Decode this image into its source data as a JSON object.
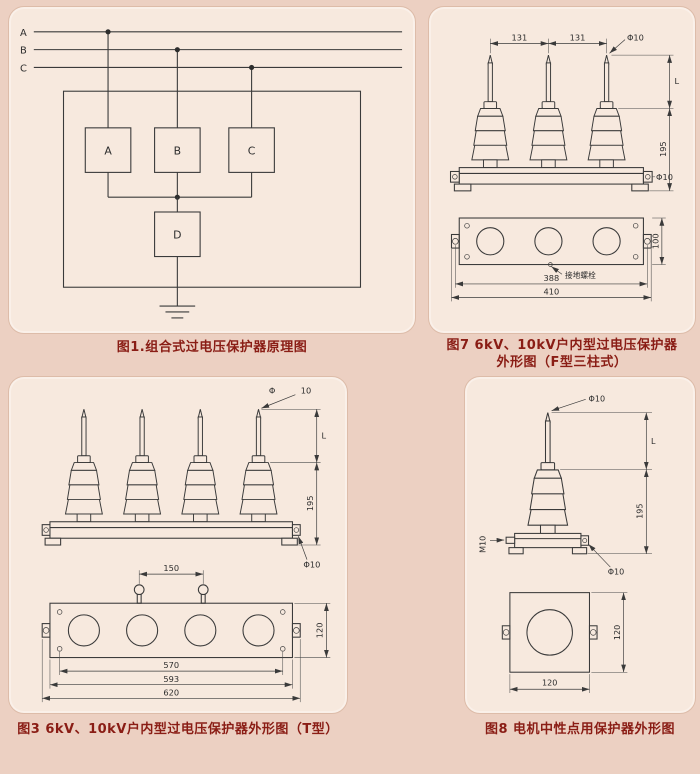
{
  "captions": {
    "fig1": "图1.组合式过电压保护器原理图",
    "fig7_line1": "图7 6kV、10kV户内型过电压保护器",
    "fig7_line2": "外形图（F型三柱式）",
    "fig3": "图3 6kV、10kV户内型过电压保护器外形图（T型）",
    "fig8": "图8 电机中性点用保护器外形图"
  },
  "fig1": {
    "phases": {
      "a": "A",
      "b": "B",
      "c": "C"
    },
    "boxes": {
      "a": "A",
      "b": "B",
      "c": "C",
      "d": "D"
    }
  },
  "fig7": {
    "dim_pitch_left": "131",
    "dim_pitch_right": "131",
    "dim_rod_dia": "Φ10",
    "dim_rod_len": "L",
    "dim_height": "195",
    "dim_side_hole": "Φ10",
    "dim_base_depth": "100",
    "dim_hole_pitch": "388",
    "dim_base_width": "410",
    "label_ground_bolt": "接地螺栓"
  },
  "fig3": {
    "dim_rod_dia_sym": "Φ",
    "dim_rod_dia_val": "10",
    "dim_rod_len": "L",
    "dim_height": "195",
    "dim_eye_pitch": "150",
    "dim_side_hole": "Φ10",
    "dim_base_depth": "120",
    "dim_hole_pitch": "570",
    "dim_mid_width": "593",
    "dim_base_width": "620"
  },
  "fig8": {
    "dim_rod_dia": "Φ10",
    "dim_rod_len": "L",
    "dim_height": "195",
    "dim_stud": "M10",
    "dim_side_hole": "Φ10",
    "dim_plate_h": "120",
    "dim_plate_w": "120"
  },
  "colors": {
    "page_bg": "#ecd0c2",
    "panel_bg": "#f7e9de",
    "line": "#3a3a3a",
    "caption": "#8a1d15"
  }
}
